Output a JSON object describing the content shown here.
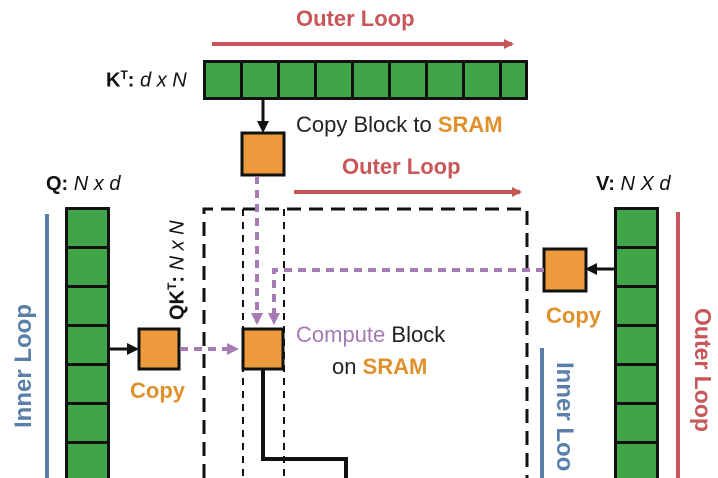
{
  "outer_loop_top": "Outer Loop",
  "outer_loop_mid": "Outer Loop",
  "outer_loop_right": "Outer Loop",
  "inner_loop_left": "Inner Loop",
  "inner_loop_right": "Inner Loo",
  "kt_label": {
    "name": "K",
    "sup": "T",
    "dims": "d x N"
  },
  "q_label": {
    "name": "Q:",
    "dims": "N x d"
  },
  "v_label": {
    "name": "V:",
    "dims": "N X d"
  },
  "qkt_label": {
    "name": "QK",
    "sup": "T",
    "dims": "N x N"
  },
  "copy_block_text": {
    "prefix": "Copy Block to ",
    "highlight": "SRAM"
  },
  "compute_text": {
    "highlight1": "Compute",
    "mid": " Block",
    "line2_prefix": "on ",
    "highlight2": "SRAM"
  },
  "copy_left": "Copy",
  "copy_right": "Copy",
  "colors": {
    "green": "#3fa548",
    "orange": "#ec9a3c",
    "red": "#c8575a",
    "blue": "#5a7fa8",
    "purple": "#a57bb3"
  }
}
